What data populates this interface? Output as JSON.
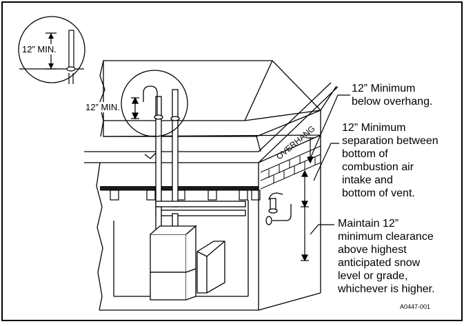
{
  "diagram": {
    "inset_label": "12” MIN.",
    "roof_label": "12” MIN.",
    "overhang_label": "OVERHANG",
    "note_overhang": "12” Minimum\nbelow overhang.",
    "note_separation": "12” Minimum\nseparation between\nbottom of\ncombustion air\nintake and\nbottom of vent.",
    "note_snow": "Maintain 12”\nminimum clearance\nabove highest\nanticipated snow\nlevel or grade,\nwhichever is higher.",
    "figure_code": "A0447-001"
  },
  "colors": {
    "line": "#000000",
    "background": "#ffffff",
    "light_gray": "#e6e6e6",
    "dark": "#1a1a1a"
  }
}
